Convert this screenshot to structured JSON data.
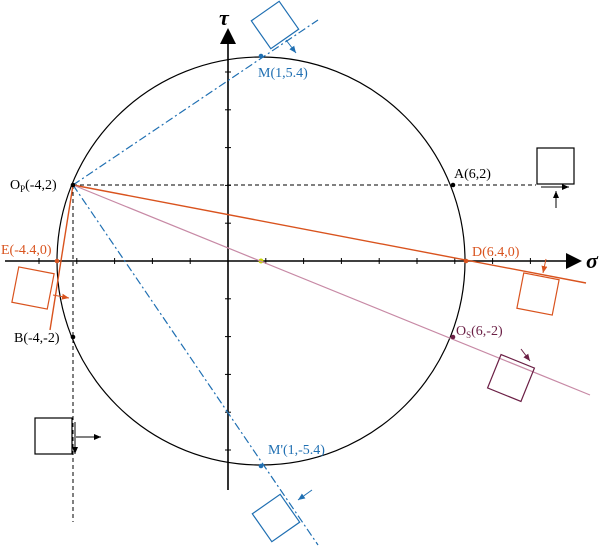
{
  "axes": {
    "x_label": "σ",
    "y_label": "τ"
  },
  "points": {
    "A": {
      "label": "A(6,2)",
      "x": 6,
      "y": 2
    },
    "B": {
      "label": "B(-4,-2)",
      "x": -4,
      "y": -2
    },
    "D": {
      "label": "D(6.4,0)",
      "x": 6.4,
      "y": 0
    },
    "E": {
      "label": "E(-4.4,0)",
      "x": -4.4,
      "y": 0
    },
    "M": {
      "label": "M(1,5.4)",
      "x": 1,
      "y": 5.4
    },
    "M_prime": {
      "label": "M'(1,-5.4)",
      "x": 1,
      "y": -5.4
    },
    "Op": {
      "label_main": "O",
      "label_sub": "P",
      "label_rest": "(-4,2)",
      "x": -4,
      "y": 2
    },
    "Os": {
      "label_main": "O",
      "label_sub": "S",
      "label_rest": "(6,-2)",
      "x": 6,
      "y": -2
    }
  },
  "circle": {
    "center": [
      1,
      0
    ],
    "radius": 5.4
  },
  "colors": {
    "black": "#000000",
    "blue": "#1f6fb2",
    "orange": "#d9531e",
    "purple": "#6b1f45",
    "pink": "#c789a5",
    "center_dot": "#c6d400"
  }
}
